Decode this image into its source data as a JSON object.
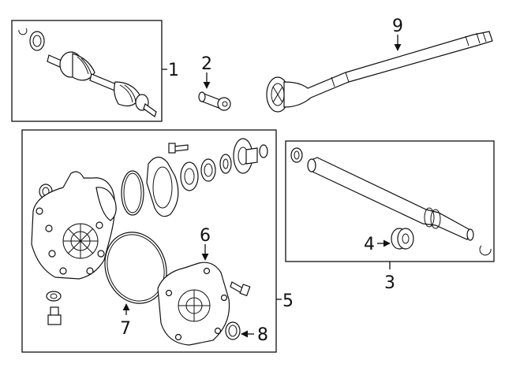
{
  "diagram": {
    "callouts": [
      {
        "id": "c1",
        "text": "1"
      },
      {
        "id": "c2",
        "text": "2"
      },
      {
        "id": "c3",
        "text": "3"
      },
      {
        "id": "c4",
        "text": "4"
      },
      {
        "id": "c5",
        "text": "5"
      },
      {
        "id": "c6",
        "text": "6"
      },
      {
        "id": "c7",
        "text": "7"
      },
      {
        "id": "c8",
        "text": "8"
      },
      {
        "id": "c9",
        "text": "9"
      }
    ]
  }
}
